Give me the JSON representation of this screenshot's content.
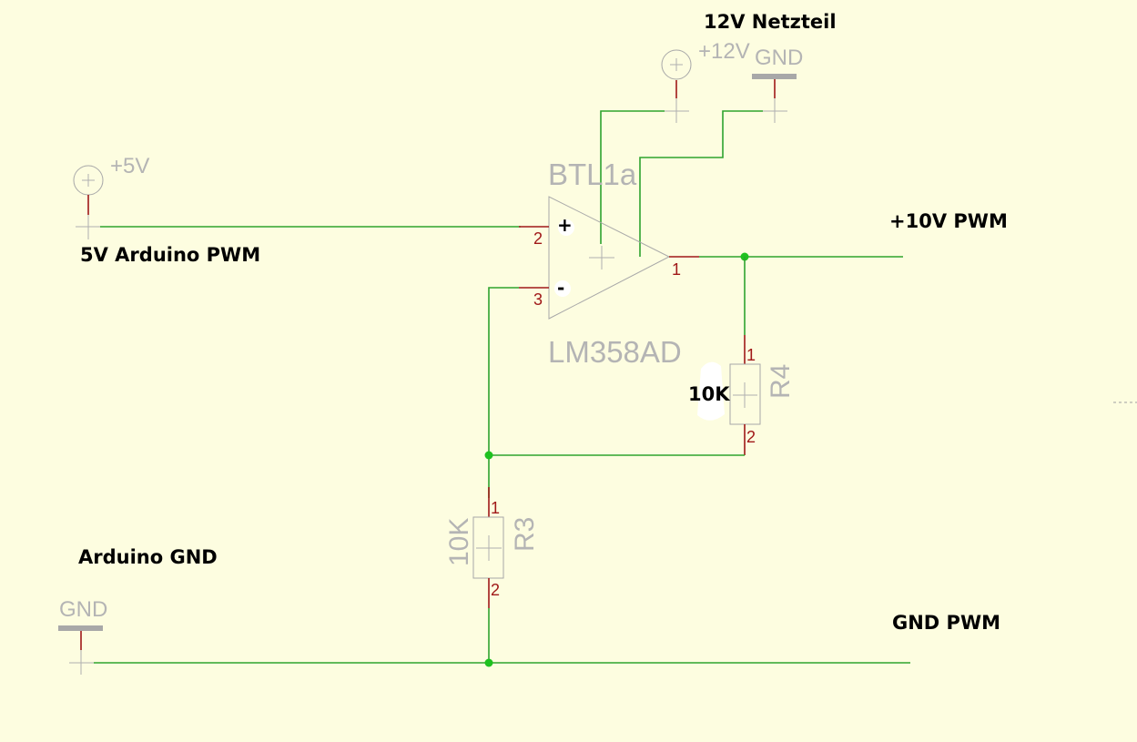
{
  "schematic": {
    "title_note": "12V Netzteil",
    "annotations": {
      "input_pwm": "5V Arduino PWM",
      "output_pwm": "+10V PWM",
      "arduino_gnd": "Arduino GND",
      "gnd_pwm": "GND PWM",
      "r4_value_note": "10K"
    },
    "supplies": {
      "plus5v": "+5V",
      "plus12v": "+12V",
      "gnd_top": "GND",
      "gnd_bottom": "GND"
    },
    "opamp": {
      "name": "BTL1a",
      "value": "LM358AD",
      "plus_sign": "+",
      "minus_sign": "-",
      "pin_noninv": "2",
      "pin_inv": "3",
      "pin_out": "1"
    },
    "resistors": [
      {
        "name": "R4",
        "value": "10K",
        "pin1": "1",
        "pin2": "2"
      },
      {
        "name": "R3",
        "value": "10K",
        "pin1": "1",
        "pin2": "2"
      }
    ],
    "colors": {
      "background": "#fdfde0",
      "wire": "#2ea32e",
      "pin": "#a01818",
      "symbol": "#a8a8a8",
      "junction": "#1fc11f"
    }
  }
}
